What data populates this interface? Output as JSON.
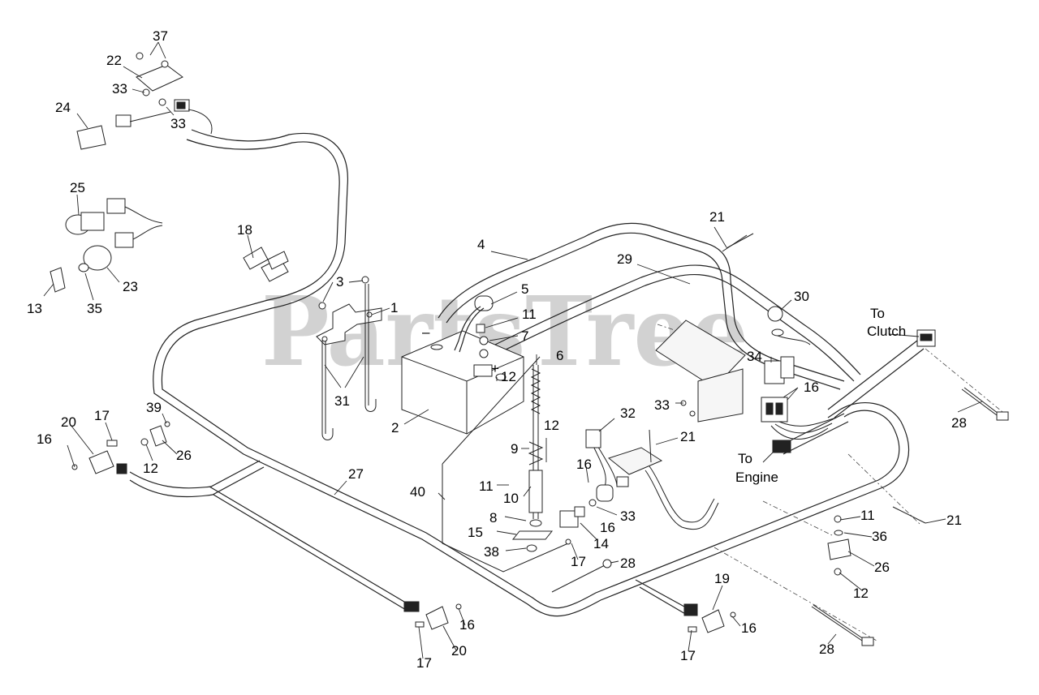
{
  "watermark": "PartsTree",
  "callouts": {
    "c37": "37",
    "c22": "22",
    "c33a": "33",
    "c33b": "33",
    "c24": "24",
    "c25": "25",
    "c18": "18",
    "c23": "23",
    "c13": "13",
    "c35": "35",
    "c3": "3",
    "c1": "1",
    "c31": "31",
    "c4": "4",
    "c21a": "21",
    "c29": "29",
    "c5": "5",
    "c11a": "11",
    "c7": "7",
    "c6": "6",
    "c12a": "12",
    "c2": "2",
    "c30": "30",
    "c34": "34",
    "c16a": "16",
    "c33c": "33",
    "c28a": "28",
    "c32": "32",
    "c21b": "21",
    "c12b": "12",
    "c9": "9",
    "c11b": "11",
    "c10": "10",
    "c40": "40",
    "c16b": "16",
    "c8": "8",
    "c33d": "33",
    "c15": "15",
    "c14": "14",
    "c38": "38",
    "c17a": "17",
    "c28b": "28",
    "c39": "39",
    "c20a": "20",
    "c17b": "17",
    "c16c": "16",
    "c12c": "12",
    "c26a": "26",
    "c27": "27",
    "c11c": "11",
    "c21c": "21",
    "c36": "36",
    "c26b": "26",
    "c12d": "12",
    "c19": "19",
    "c16d": "16",
    "c17c": "17",
    "c16e": "16",
    "c20b": "20",
    "c17d": "17",
    "c28c": "28"
  },
  "notes": {
    "clutch_line1": "To",
    "clutch_line2": "Clutch",
    "engine_line1": "To",
    "engine_line2": "Engine"
  }
}
